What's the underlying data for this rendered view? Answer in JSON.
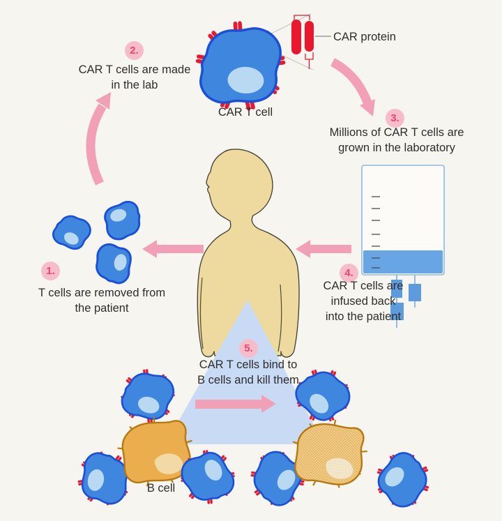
{
  "diagram_title": "CAR T cell therapy process",
  "steps": [
    {
      "number": "1.",
      "text": "T cells are removed from\nthe patient"
    },
    {
      "number": "2.",
      "text": "CAR T cells are made\nin the lab"
    },
    {
      "number": "3.",
      "text": "Millions of CAR T cells are\ngrown in the laboratory"
    },
    {
      "number": "4.",
      "text": "CAR T cells are\ninfused back\ninto the patient"
    },
    {
      "number": "5.",
      "text": "CAR T cells bind to\nB cells and kill them"
    }
  ],
  "labels": {
    "car_t_cell": "CAR T cell",
    "car_protein": "CAR protein",
    "b_cell": "B cell"
  },
  "colors": {
    "background": "#f7f5ef",
    "cell_blue": "#3f87de",
    "cell_outline": "#1b50d6",
    "nucleus_blue": "#b9d8f1",
    "receptor_red": "#e8192e",
    "arrow_pink": "#f2a0b8",
    "step_circle_pink": "#f7bcca",
    "step_number_pink": "#e8476e",
    "body_tan": "#eeda9f",
    "triangle_blue": "#c8daf4",
    "b_cell_orange": "#eaae4e",
    "b_cell_outline": "#b5790d",
    "iv_bag_border": "#8abae4",
    "iv_liquid": "#68a5e5",
    "text": "#2d2d2d"
  }
}
